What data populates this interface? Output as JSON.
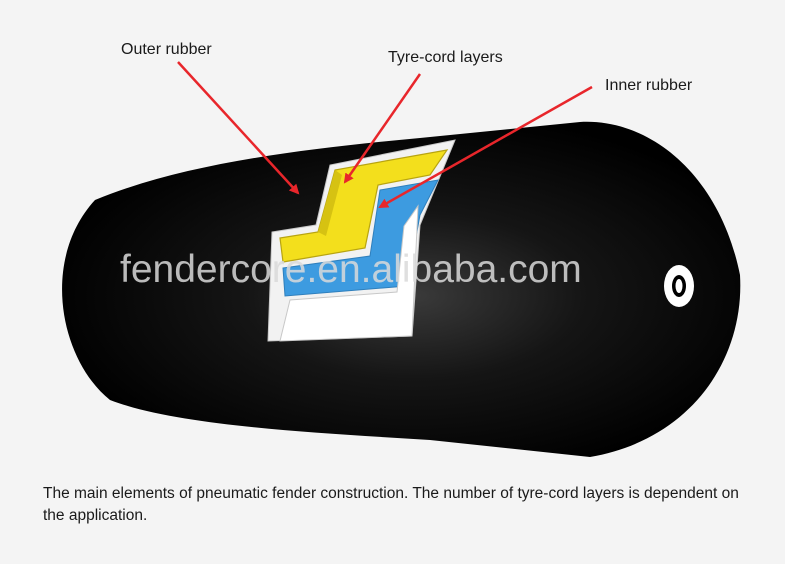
{
  "labels": {
    "outer_rubber": "Outer rubber",
    "tyre_cord_layers": "Tyre-cord layers",
    "inner_rubber": "Inner rubber"
  },
  "watermark": "fendercore.en.alibaba.com",
  "caption": "The main elements of pneumatic fender construction. The number of tyre-cord layers is dependent on the application.",
  "colors": {
    "fender_body": "#050505",
    "outer_rubber": "#f2f2f2",
    "tyre_cord": "#f3df1c",
    "inner_rubber": "#3d9be0",
    "arrow": "#e8262b",
    "background": "#f4f4f4"
  }
}
